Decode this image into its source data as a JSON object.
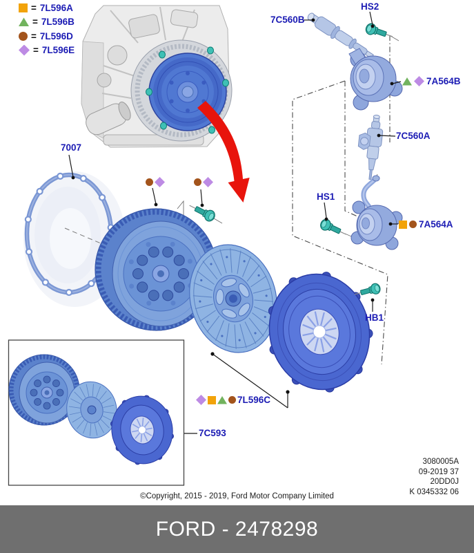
{
  "legend": {
    "equals_sign": "=",
    "items": [
      {
        "symbol": "orange-square",
        "color": "#F2A30A",
        "label": "7L596A"
      },
      {
        "symbol": "green-triangle",
        "color": "#72B35E",
        "label": "7L596B"
      },
      {
        "symbol": "brown-circle",
        "color": "#A3541C",
        "label": "7L596D"
      },
      {
        "symbol": "purple-diamond",
        "color": "#BD8BE4",
        "label": "7L596E"
      }
    ]
  },
  "callouts": {
    "gasket": "7007",
    "master_cylinder_upper": "7C560B",
    "bolt_hs2": "HS2",
    "release_bearing_upper": "7A564B",
    "master_cylinder_lower": "7C560A",
    "bolt_hs1": "HS1",
    "release_bearing_lower": "7A564A",
    "bolt_hb1": "HB1",
    "clutch_kit_parts": "7L596C",
    "clutch_kit": "7C593"
  },
  "footer": {
    "copyright": "©Copyright, 2015 - 2019, Ford Motor Company Limited",
    "info_lines": [
      "3080005A",
      "09-2019 37",
      "20DD0J",
      "K 0345332 06"
    ],
    "banner": "FORD - 2478298"
  },
  "colors": {
    "label_blue": "#1c1cb4",
    "marker_orange": "#F2A30A",
    "marker_green": "#72B35E",
    "marker_brown": "#A3541C",
    "marker_purple": "#BD8BE4",
    "bolt_teal": "#3fc0b5",
    "part_blue_light": "#8fb4e3",
    "part_blue_dark": "#4a67d0",
    "arrow_red": "#e8140c",
    "banner_gray": "#6f6f6f",
    "banner_text": "#ffffff"
  }
}
